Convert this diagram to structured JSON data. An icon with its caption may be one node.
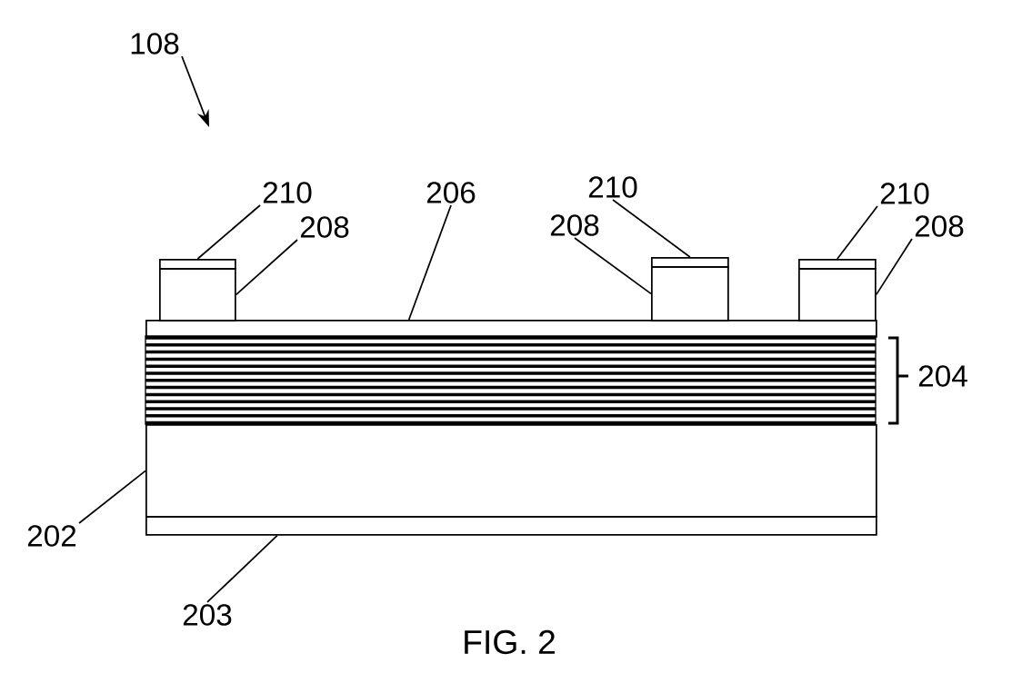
{
  "diagram": {
    "caption": "FIG. 2",
    "nodes": [
      {
        "text": [
          "108"
        ]
      },
      {
        "text": [
          "210"
        ]
      },
      {
        "text": [
          "206"
        ]
      },
      {
        "text": [
          "210"
        ]
      },
      {
        "text": [
          "210"
        ]
      },
      {
        "text": [
          "208"
        ]
      },
      {
        "text": [
          "208"
        ]
      },
      {
        "text": [
          "208"
        ]
      },
      {
        "text": [
          "202"
        ]
      },
      {
        "text": [
          "203"
        ]
      },
      {
        "text": [],
        "shape": "box"
      },
      {
        "text": [],
        "shape": "box"
      },
      {
        "text": [],
        "shape": "box"
      },
      {
        "text": [],
        "shape": "box"
      },
      {
        "text": [],
        "shape": "box"
      },
      {
        "text": [],
        "shape": "box"
      },
      {
        "text": [],
        "shape": "box"
      },
      {
        "text": [],
        "shape": "box"
      },
      {
        "text": [],
        "shape": "box"
      }
    ],
    "edges": [
      {
        "from": 0,
        "to": null,
        "arrow": "to"
      },
      {
        "from": 1,
        "to": 10,
        "arrow": "none"
      },
      {
        "from": 2,
        "to": 12,
        "arrow": "none"
      },
      {
        "from": 3,
        "to": 13,
        "arrow": "none"
      },
      {
        "from": 4,
        "to": 15,
        "arrow": "none"
      },
      {
        "from": 5,
        "to": 11,
        "arrow": "none"
      },
      {
        "from": 6,
        "to": 14,
        "arrow": "none"
      },
      {
        "from": 7,
        "to": 16,
        "arrow": "none"
      },
      {
        "from": 8,
        "to": 17,
        "arrow": "none"
      },
      {
        "from": 9,
        "to": 18,
        "arrow": "none"
      }
    ],
    "labels": [
      "204"
    ]
  }
}
